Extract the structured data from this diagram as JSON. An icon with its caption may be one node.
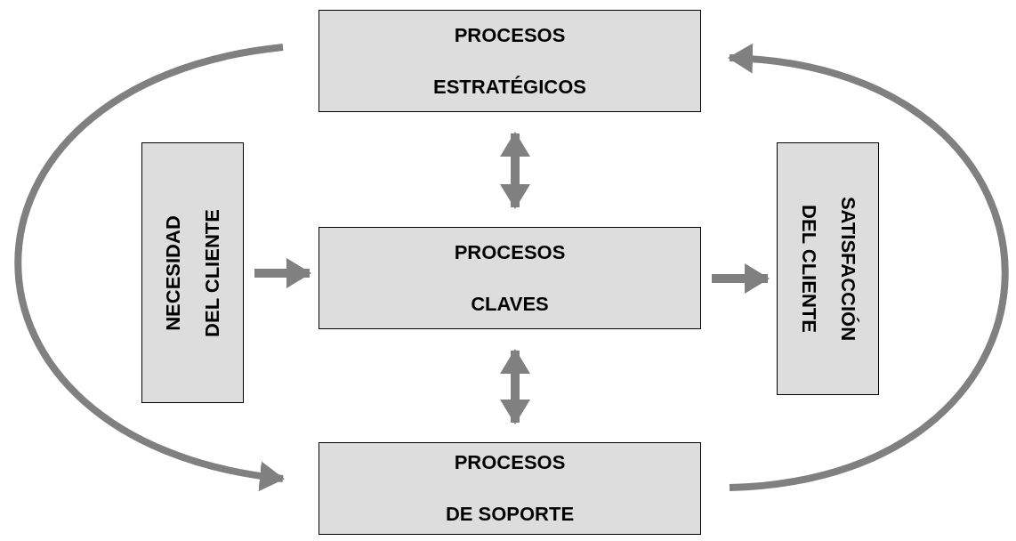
{
  "diagram": {
    "nodes": [
      {
        "text": [
          "PROCESOS ESTRATÉGICOS"
        ]
      },
      {
        "text": [
          "NECESIDAD DEL CLIENTE"
        ]
      },
      {
        "text": [
          "PROCESOS CLAVES"
        ]
      },
      {
        "text": [
          "SATISFACCIÓN DEL CLIENTE"
        ]
      },
      {
        "text": [
          "PROCESOS DE SOPORTE"
        ]
      }
    ],
    "edges": [
      {
        "from": 0,
        "to": 2,
        "arrow": "both"
      },
      {
        "from": 1,
        "to": 2,
        "arrow": "to"
      },
      {
        "from": 2,
        "to": 3,
        "arrow": "to"
      },
      {
        "from": 2,
        "to": 4,
        "arrow": "both"
      },
      {
        "from": 0,
        "to": 4,
        "arrow": "to"
      },
      {
        "from": 4,
        "to": 0,
        "arrow": "to"
      }
    ]
  }
}
